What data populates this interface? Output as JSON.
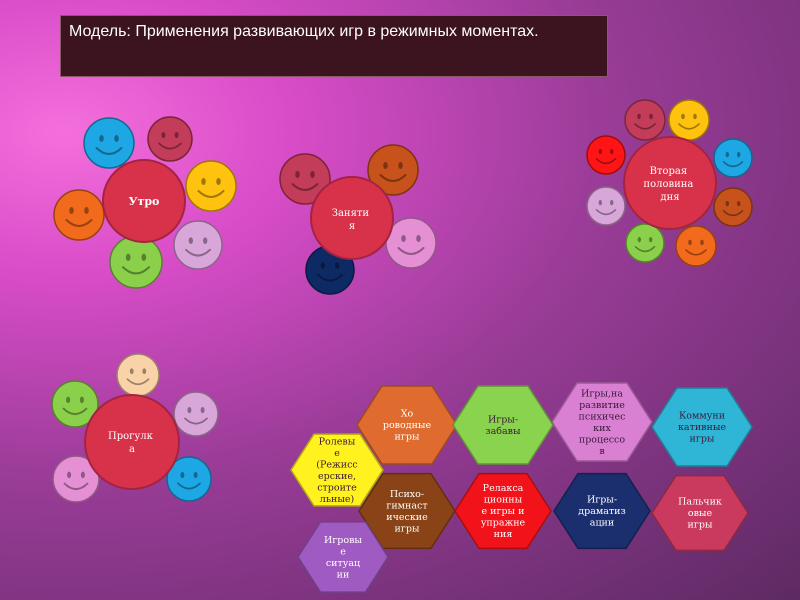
{
  "title": "Модель: Применения развивающих игр в режимных моментах.",
  "colors": {
    "hub": "#d8324a",
    "cyan": "#1ea7e5",
    "rose": "#c33c5a",
    "yellow": "#ffc20e",
    "orange": "#f26a1b",
    "green": "#8bd04a",
    "lilac": "#d8a6d8",
    "brown": "#c8521c",
    "pink": "#e58fd4",
    "navy": "#0e2a64",
    "peach": "#f9d2a8",
    "red": "#ff1515",
    "dorange": "#f26a1b"
  },
  "groups": {
    "morning": {
      "label": "Утро"
    },
    "classes": {
      "label": [
        "Заняти",
        "я"
      ]
    },
    "afternoon": {
      "label": [
        "Вторая",
        "половина",
        "дня"
      ]
    },
    "walk": {
      "label": [
        "Прогулк",
        "а"
      ]
    }
  },
  "hexes": [
    {
      "id": "round",
      "lines": [
        "Хо",
        "роводные",
        "игры"
      ],
      "fill": "#e06b2e"
    },
    {
      "id": "fun",
      "lines": [
        "Игры-",
        "забавы"
      ],
      "fill": "#8ad34e"
    },
    {
      "id": "psych",
      "lines": [
        "Игры,на",
        "развитие",
        "психичес",
        "ких",
        "процессо",
        "в"
      ],
      "fill": "#da80d2"
    },
    {
      "id": "comm",
      "lines": [
        "Коммуни",
        "кативные",
        "игры"
      ],
      "fill": "#2fb6d7"
    },
    {
      "id": "role",
      "lines": [
        "Ролевы",
        "е",
        "(Режисс",
        "ерские,",
        "строите",
        "льные)"
      ],
      "fill": "#fff21e"
    },
    {
      "id": "gym",
      "lines": [
        "Психо-",
        "гимнаст",
        "ические",
        "игры"
      ],
      "fill": "#8a4316"
    },
    {
      "id": "relax",
      "lines": [
        "Релакса",
        "ционны",
        "е игры и",
        "упражне",
        "ния"
      ],
      "fill": "#f2121a"
    },
    {
      "id": "drama",
      "lines": [
        "Игры-",
        "драматиз",
        "ации"
      ],
      "fill": "#1b2f6e"
    },
    {
      "id": "finger",
      "lines": [
        "Пальчик",
        "овые",
        "игры"
      ],
      "fill": "#c93a5e"
    },
    {
      "id": "situ",
      "lines": [
        "Игровы",
        "е",
        "ситуац",
        "ии"
      ],
      "fill": "#a05bc3"
    }
  ]
}
